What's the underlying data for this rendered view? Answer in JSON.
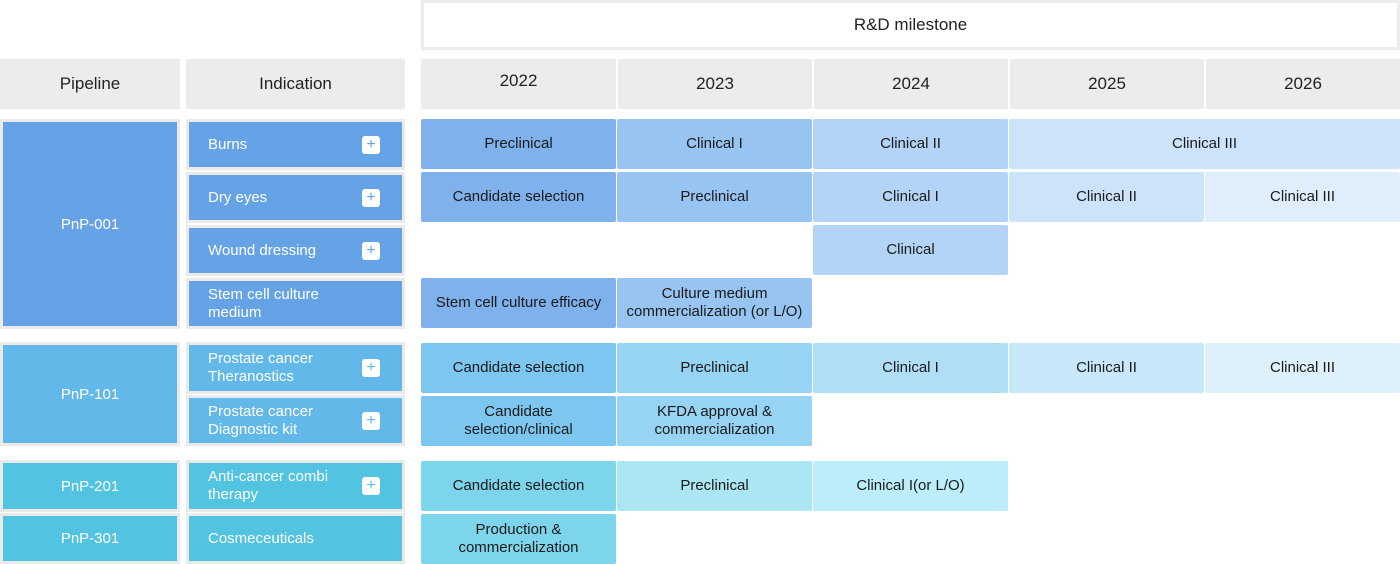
{
  "milestone_title": "R&D milestone",
  "headers": {
    "pipeline": "Pipeline",
    "indication": "Indication",
    "years": [
      "2022",
      "2023",
      "2024",
      "2025",
      "2026"
    ]
  },
  "pipelines": [
    {
      "id": "PnP-001",
      "color": "#66a3e6"
    },
    {
      "id": "PnP-101",
      "color": "#63b8ea"
    },
    {
      "id": "PnP-201",
      "color": "#52c3e0"
    },
    {
      "id": "PnP-301",
      "color": "#52c3e0"
    }
  ],
  "indications": [
    {
      "label": "Burns",
      "expand": "+",
      "color": "#66a3e6"
    },
    {
      "label": "Dry eyes",
      "expand": "+",
      "color": "#66a3e6"
    },
    {
      "label": "Wound dressing",
      "expand": "+",
      "color": "#66a3e6"
    },
    {
      "label": "Stem cell culture medium",
      "color": "#66a3e6"
    },
    {
      "label": "Prostate cancer Theranostics",
      "expand": "+",
      "color": "#63b8ea"
    },
    {
      "label": "Prostate cancer Diagnostic kit",
      "expand": "+",
      "color": "#63b8ea"
    },
    {
      "label": "Anti-cancer combi therapy",
      "expand": "+",
      "color": "#52c3e0"
    },
    {
      "label": "Cosmeceuticals",
      "color": "#52c3e0"
    }
  ],
  "milestones": [
    {
      "label": "Preclinical",
      "color": "#7fb2ec"
    },
    {
      "label": "Clinical I",
      "color": "#98c4f2"
    },
    {
      "label": "Clinical II",
      "color": "#b3d4f6"
    },
    {
      "label": "Clinical III",
      "color": "#cde3fa"
    },
    {
      "label": "Candidate selection",
      "color": "#7fb2ec"
    },
    {
      "label": "Preclinical",
      "color": "#98c4f2"
    },
    {
      "label": "Clinical I",
      "color": "#b3d4f6"
    },
    {
      "label": "Clinical II",
      "color": "#cde3fa"
    },
    {
      "label": "Clinical III",
      "color": "#e0eefc"
    },
    {
      "label": "Clinical",
      "color": "#b3d4f6"
    },
    {
      "label": "Stem cell culture efficacy",
      "color": "#7fb2ec"
    },
    {
      "label": "Culture medium commercialization (or L/O)",
      "color": "#98c4f2"
    },
    {
      "label": "Candidate selection",
      "color": "#7cc6ef"
    },
    {
      "label": "Preclinical",
      "color": "#97d3f3"
    },
    {
      "label": "Clinical I",
      "color": "#b0def6"
    },
    {
      "label": "Clinical II",
      "color": "#c8e8f9"
    },
    {
      "label": "Clinical III",
      "color": "#def1fb"
    },
    {
      "label": "Candidate selection/clinical",
      "color": "#7cc6ef"
    },
    {
      "label": "KFDA approval & commercialization",
      "color": "#97d3f3"
    },
    {
      "label": "Candidate selection",
      "color": "#7dd5eb"
    },
    {
      "label": "Preclinical",
      "color": "#ace6f3"
    },
    {
      "label": "Clinical I(or L/O)",
      "color": "#bcedfa"
    },
    {
      "label": "Production & commercialization",
      "color": "#7dd5eb"
    }
  ]
}
